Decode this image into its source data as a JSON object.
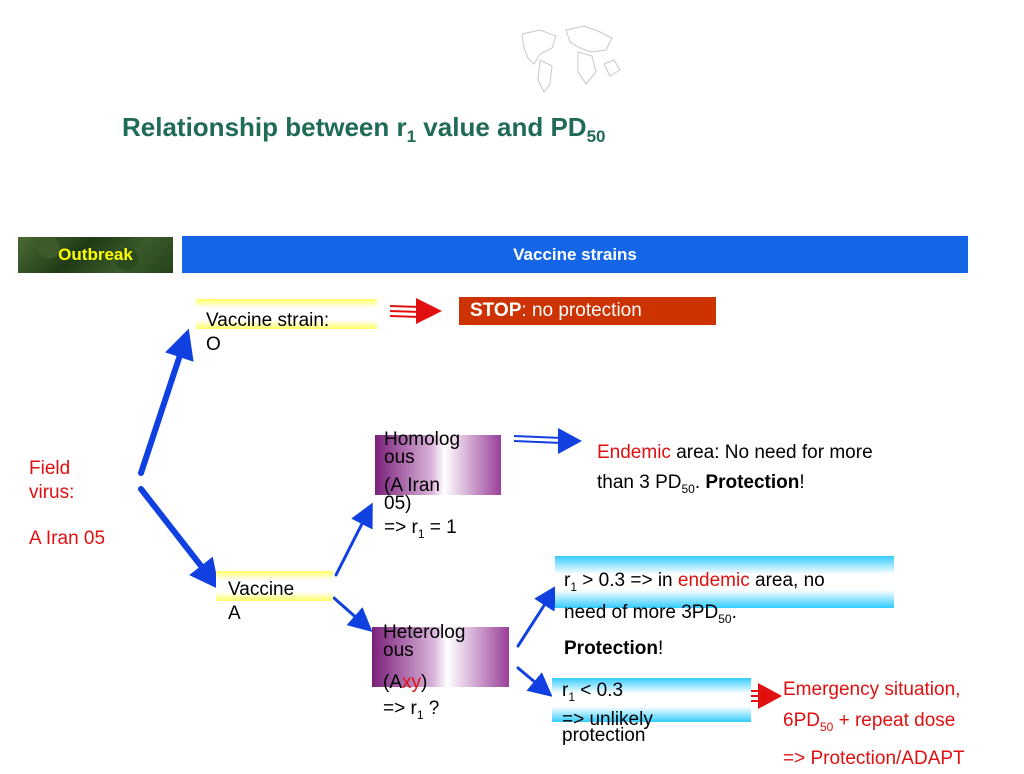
{
  "title": {
    "main": "Relationship between r",
    "sub1": "1",
    "mid": " value and PD",
    "sub2": "50"
  },
  "header": {
    "outbreak": "Outbreak",
    "vaccine_strains": "Vaccine strains"
  },
  "field_virus": {
    "line1": "Field",
    "line2": "virus:",
    "line3": "A Iran 05"
  },
  "vaccine_strain_o": {
    "line1": "Vaccine strain:",
    "line2": "O"
  },
  "stop": {
    "bold": "STOP",
    "rest": ": no protection"
  },
  "vaccine_a": {
    "line1": "Vaccine",
    "line2": "A"
  },
  "homologous": {
    "line1": "Homolog",
    "line2": "ous",
    "line3": "(A Iran",
    "line4": "05)",
    "line5a": "=> r",
    "sub": "1",
    "line5b": " = 1"
  },
  "endemic": {
    "red": "Endemic",
    "rest": " area: No need for more",
    "line2a": "than 3 PD",
    "sub": "50",
    "line2b": ". ",
    "bold": "Protection",
    "end": "!"
  },
  "heterologous": {
    "line1": "Heterolog",
    "line2": "ous",
    "line3a": "(A",
    "xy": "xy",
    "line3b": ")",
    "line4a": "=> r",
    "sub": "1",
    "line4b": " ?"
  },
  "r_high": {
    "a": "r",
    "sub1": "1",
    "b": " > 0.3 => in ",
    "red": "endemic",
    "c": " area, no",
    "line2a": "need of more 3PD",
    "sub2": "50",
    "line2b": ".",
    "bold": "Protection",
    "end": "!"
  },
  "r_low": {
    "a": "r",
    "sub1": "1",
    "b": " < 0.3",
    "line2": "=> unlikely",
    "line3": "protection"
  },
  "emergency": {
    "line1": "Emergency situation,",
    "line2a": "6PD",
    "sub": "50",
    "line2b": " + repeat dose",
    "line3": "=> Protection/ADAPT"
  },
  "colors": {
    "title": "#1f6b55",
    "header_blue": "#1466e6",
    "outbreak_text": "#ffff00",
    "arrow_blue": "#1040e0",
    "arrow_red": "#e01010",
    "stop_bg": "#cc3300",
    "red_text": "#e01010"
  },
  "icons": {
    "decor": "world-map-icon"
  }
}
